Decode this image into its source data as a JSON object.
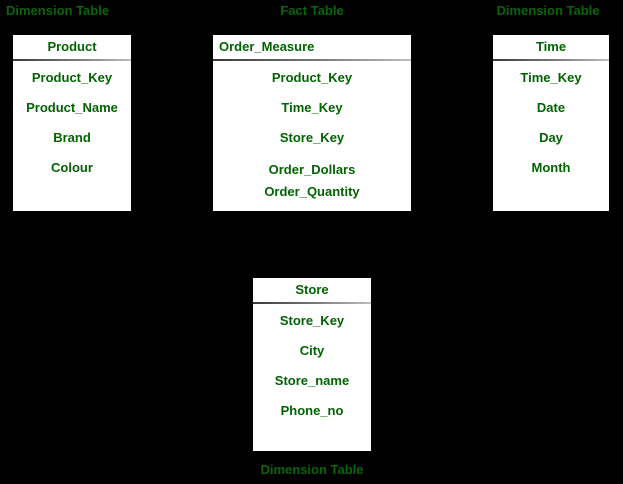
{
  "diagram": {
    "title_colors": {
      "caption": "#0a650a",
      "field_text": "#006400",
      "table_fill": "#ffffff",
      "background": "#000000",
      "border": "#000000"
    }
  },
  "captions": {
    "product": "Dimension Table",
    "fact": "Fact Table",
    "time": "Dimension Table",
    "store": "Dimension Table"
  },
  "tables": {
    "product": {
      "name": "Product",
      "fields": [
        "Product_Key",
        "Product_Name",
        "Brand",
        "Colour"
      ]
    },
    "fact": {
      "name": "Order_Measure",
      "fields": [
        "Product_Key",
        "Time_Key",
        "Store_Key",
        "Order_Dollars",
        "Order_Quantity"
      ]
    },
    "time": {
      "name": "Time",
      "fields": [
        "Time_Key",
        "Date",
        "Day",
        "Month"
      ]
    },
    "store": {
      "name": "Store",
      "fields": [
        "Store_Key",
        "City",
        "Store_name",
        "Phone_no"
      ]
    }
  }
}
